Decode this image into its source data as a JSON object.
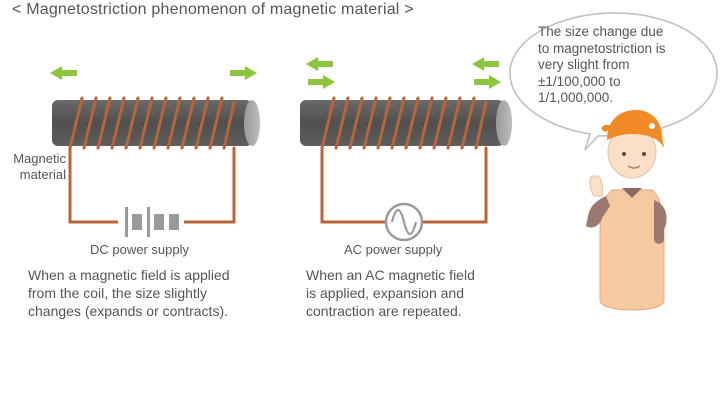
{
  "title": "< Magnetostriction phenomenon of magnetic material >",
  "magnetic_material_label": [
    "Magnetic",
    "material"
  ],
  "left_panel": {
    "supply_label": "DC power supply",
    "description": [
      "When a magnetic field is applied",
      "from the coil, the size slightly",
      "changes (expands or contracts)."
    ]
  },
  "right_panel": {
    "supply_label": "AC power supply",
    "description": [
      "When an AC magnetic field",
      "is applied, expansion and",
      "contraction are repeated."
    ]
  },
  "speech_bubble": {
    "text": [
      "The size change due",
      "to magnetostriction is",
      "very slight from",
      "±1/100,000 to",
      "1/1,000,000."
    ]
  },
  "colors": {
    "rod": "#5b5b5b",
    "coil": "#b8643a",
    "arrow": "#8cc63f",
    "skin": "#fbe0c8",
    "shirt": "#f7c9a0",
    "cap": "#f08a24"
  }
}
